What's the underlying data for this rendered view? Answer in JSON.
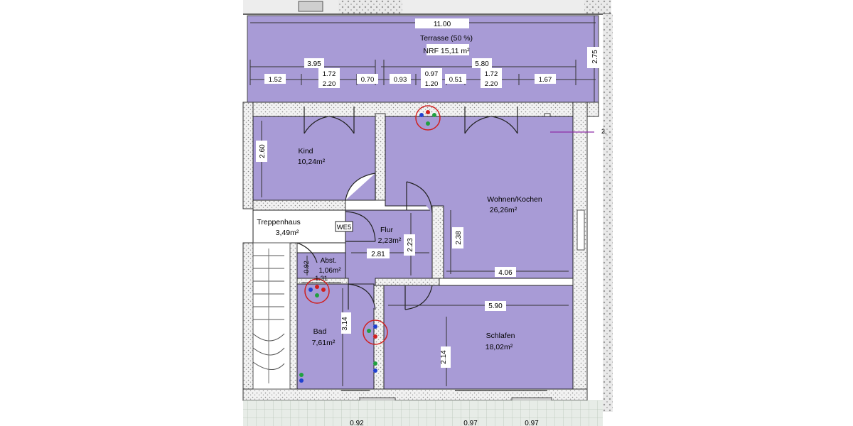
{
  "plan": {
    "terrace": {
      "total_width": "11.00",
      "name": "Terrasse (50 %)",
      "area": "NRF 15,11 m²",
      "depth": "2.75",
      "left_width": "3.95",
      "right_width": "5.80",
      "segments": [
        "1.52",
        "1.72",
        "2.20",
        "0.70",
        "0.93",
        "0.97",
        "1.20",
        "0.51",
        "1.72",
        "2.20",
        "1.67"
      ]
    },
    "rooms": {
      "kind": {
        "name": "Kind",
        "area": "10,24m²",
        "dim": "2.60"
      },
      "wohnen": {
        "name": "Wohnen/Kochen",
        "area": "26,26m²",
        "dim_v": "2.38",
        "dim_h": "4.06"
      },
      "treppenhaus": {
        "name": "Treppenhaus",
        "area": "3,49m²",
        "tag": "WE5"
      },
      "flur": {
        "name": "Flur",
        "area": "2,23m²",
        "dim_h": "2.81",
        "dim_v": "2.23"
      },
      "abst": {
        "name": "Abst.",
        "area": "1,06m²",
        "dim_v": "0.92",
        "dim_h": "1.31"
      },
      "bad": {
        "name": "Bad",
        "area": "7,61m²",
        "dim_v": "3.14"
      },
      "schlafen": {
        "name": "Schlafen",
        "area": "18,02m²",
        "dim_h": "5.90",
        "dim_v": "2.14"
      }
    },
    "bottom_dims": [
      "0.92",
      "0.97",
      "0.97"
    ],
    "edge_label": "2,"
  }
}
